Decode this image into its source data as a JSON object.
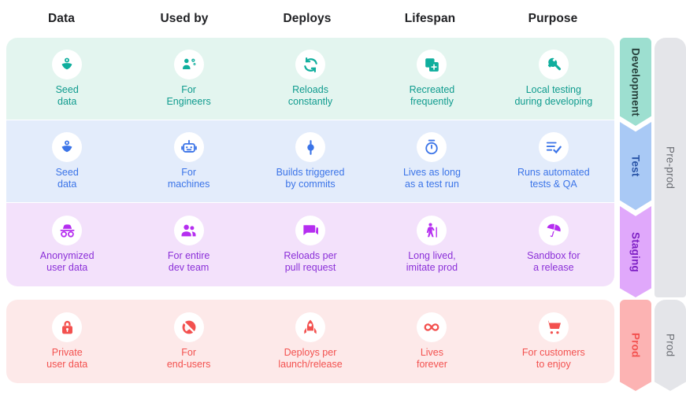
{
  "columns": [
    {
      "label": "Data"
    },
    {
      "label": "Used by"
    },
    {
      "label": "Deploys"
    },
    {
      "label": "Lifespan"
    },
    {
      "label": "Purpose"
    }
  ],
  "rows": [
    {
      "key": "dev",
      "stage_label": "Development",
      "bg": "#e3f5ef",
      "text_color": "#0f9b8e",
      "arrow_color": "#9ddfd0",
      "cells": [
        {
          "icon": "seed-flower-icon",
          "label": "Seed\ndata"
        },
        {
          "icon": "engineer-gears-icon",
          "label": "For\nEngineers"
        },
        {
          "icon": "refresh-loop-icon",
          "label": "Reloads\nconstantly"
        },
        {
          "icon": "add-copy-icon",
          "label": "Recreated\nfrequently"
        },
        {
          "icon": "wrench-icon",
          "label": "Local testing\nduring developing"
        }
      ]
    },
    {
      "key": "test",
      "stage_label": "Test",
      "bg": "#e3ecfb",
      "text_color": "#3b74e8",
      "arrow_color": "#a9c9f5",
      "cells": [
        {
          "icon": "seed-flower-icon",
          "label": "Seed\ndata"
        },
        {
          "icon": "robot-icon",
          "label": "For\nmachines"
        },
        {
          "icon": "commit-node-icon",
          "label": "Builds triggered\nby commits"
        },
        {
          "icon": "stopwatch-icon",
          "label": "Lives as long\nas a test run"
        },
        {
          "icon": "checklist-icon",
          "label": "Runs automated\ntests & QA"
        }
      ]
    },
    {
      "key": "staging",
      "stage_label": "Staging",
      "bg": "#f3e1fb",
      "text_color": "#8b30d8",
      "arrow_color": "#e0a8fb",
      "cells": [
        {
          "icon": "incognito-icon",
          "label": "Anonymized\nuser data"
        },
        {
          "icon": "people-group-icon",
          "label": "For entire\ndev team"
        },
        {
          "icon": "chat-bubbles-icon",
          "label": "Reloads per\npull request"
        },
        {
          "icon": "elderly-person-icon",
          "label": "Long lived,\nimitate prod"
        },
        {
          "icon": "umbrella-icon",
          "label": "Sandbox for\na release"
        }
      ]
    },
    {
      "key": "prod",
      "stage_label": "Prod",
      "bg": "#fde9e9",
      "text_color": "#f3514f",
      "arrow_color": "#fcb3b3",
      "cells": [
        {
          "icon": "lock-icon",
          "label": "Private\nuser data"
        },
        {
          "icon": "globe-blocked-icon",
          "label": "For\nend-users"
        },
        {
          "icon": "rocket-icon",
          "label": "Deploys per\nlaunch/release"
        },
        {
          "icon": "infinity-icon",
          "label": "Lives\nforever"
        },
        {
          "icon": "shopping-cart-icon",
          "label": "For customers\nto enjoy"
        }
      ]
    }
  ],
  "groups": [
    {
      "key": "preprod",
      "label": "Pre-prod",
      "color": "#e4e5e9"
    },
    {
      "key": "prod",
      "label": "Prod",
      "color": "#e4e5e9"
    }
  ]
}
